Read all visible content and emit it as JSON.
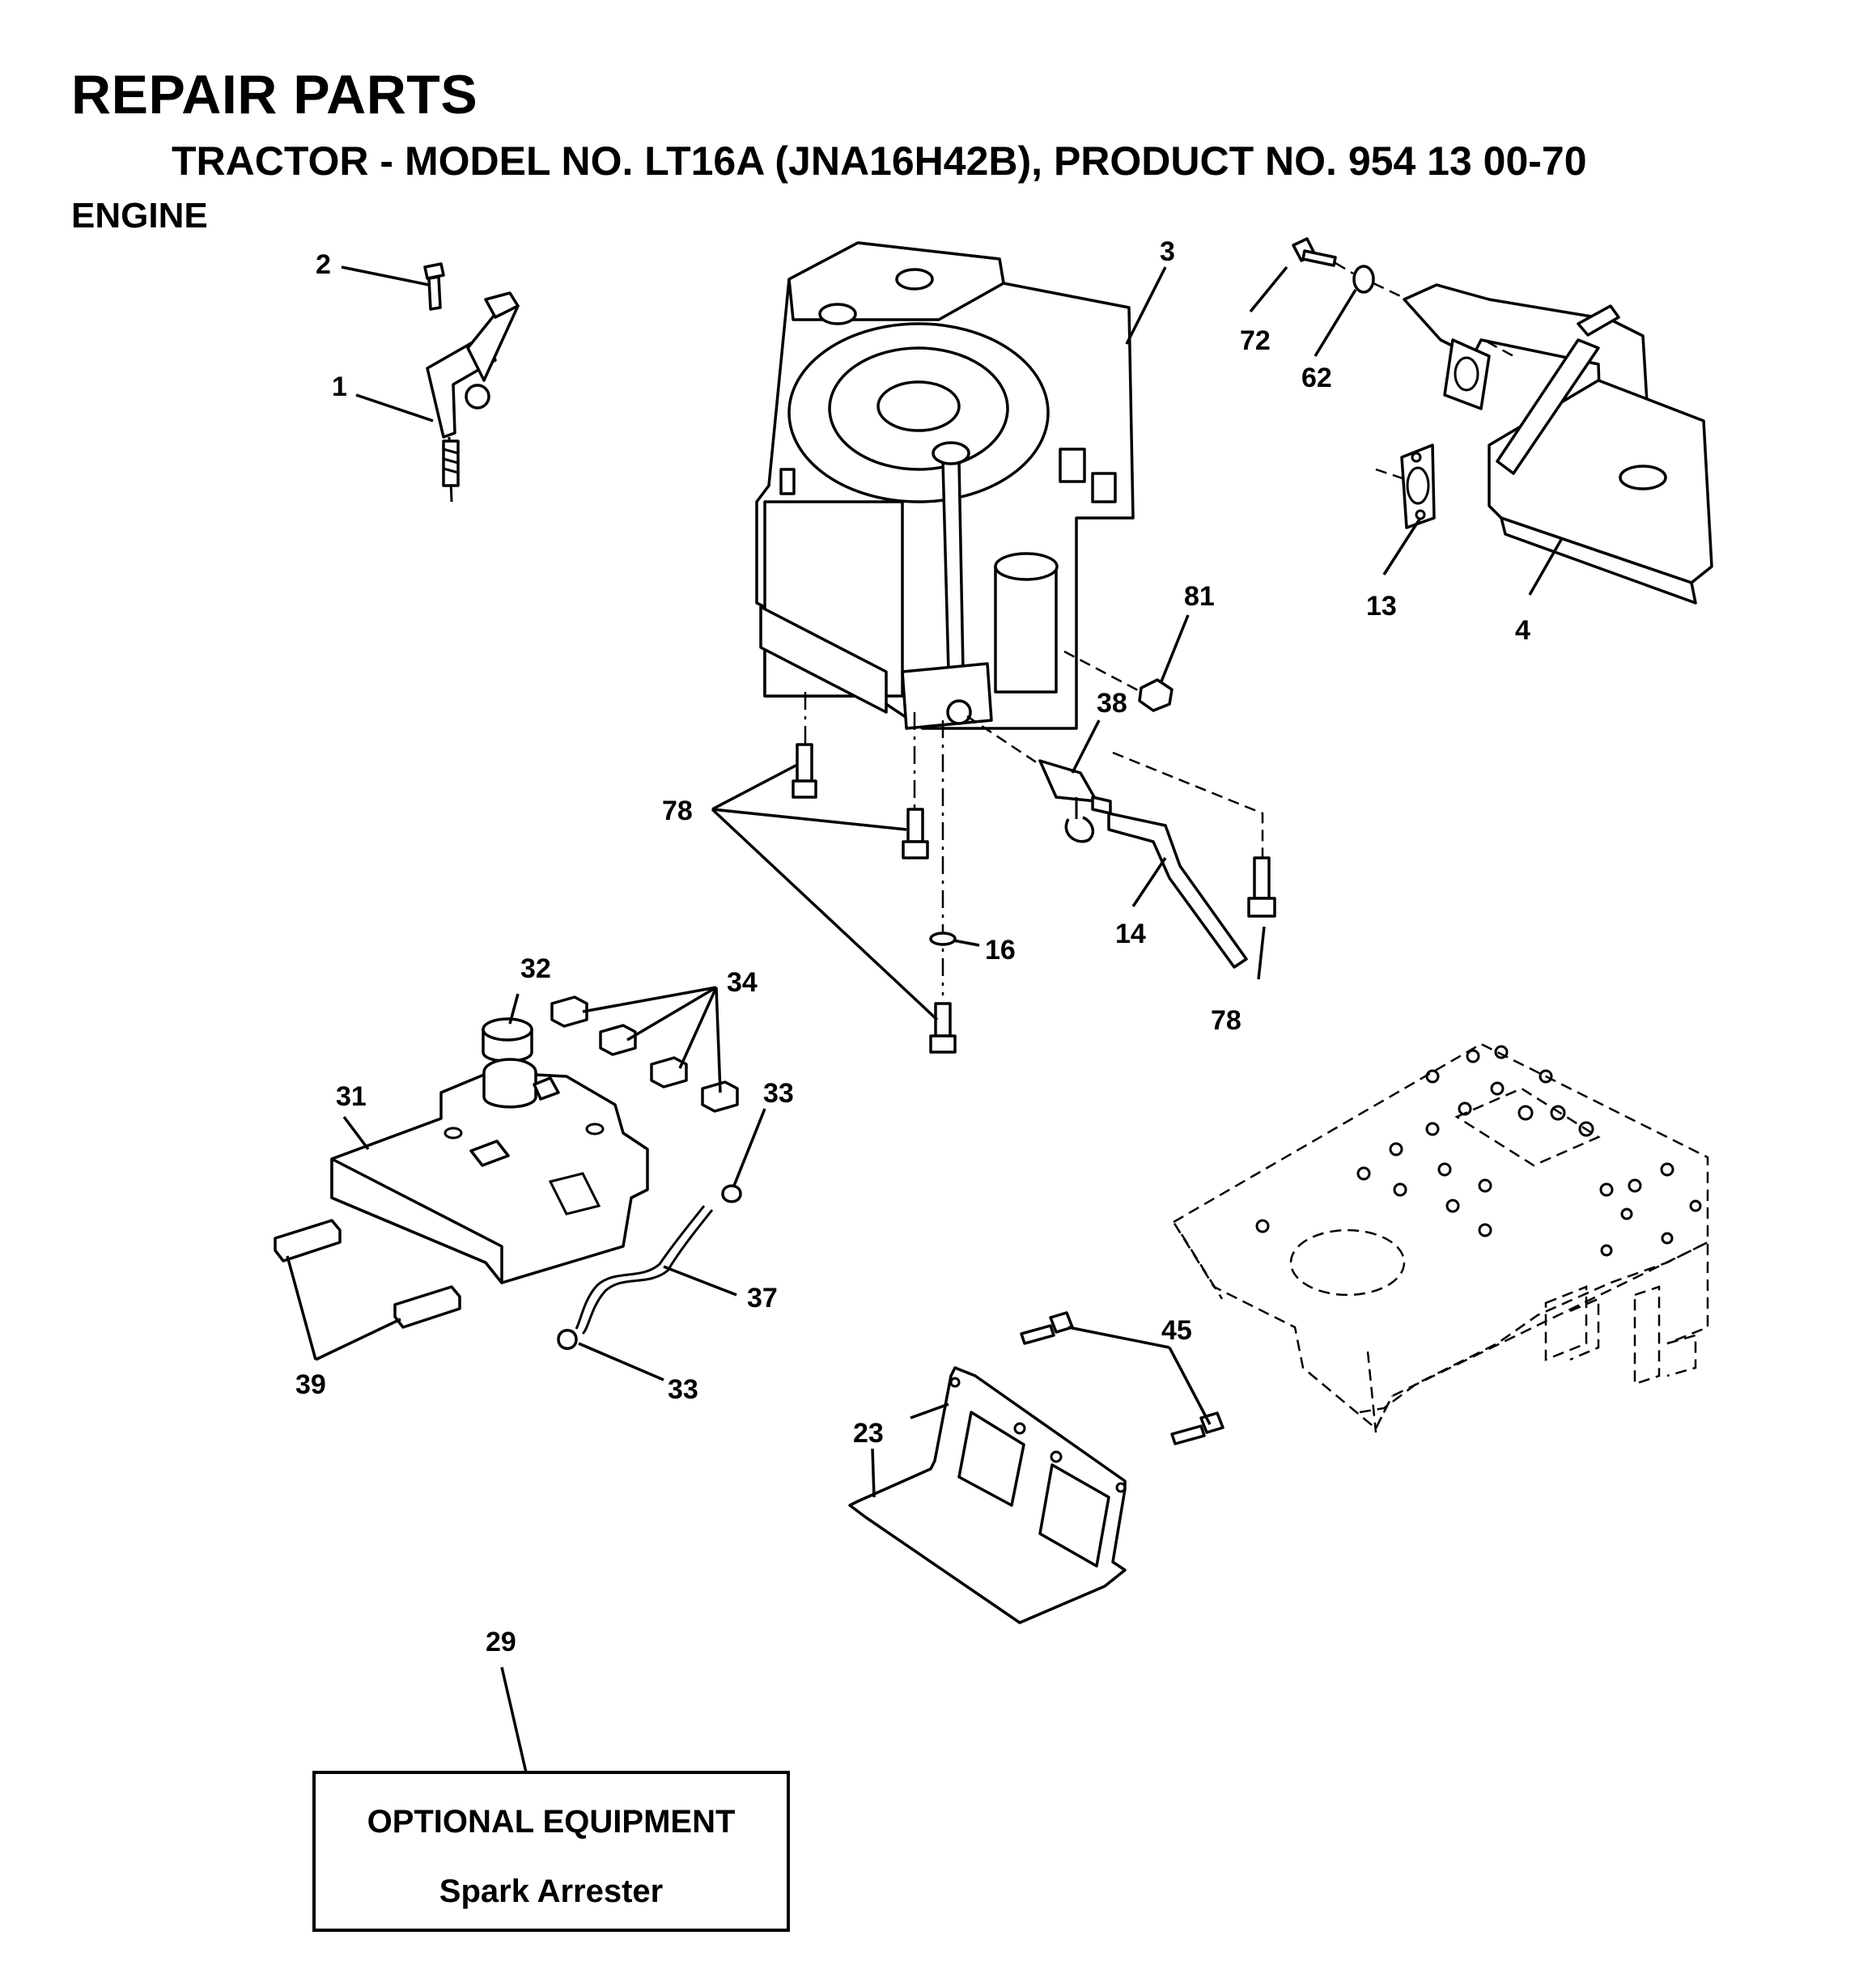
{
  "header": {
    "title": "REPAIR PARTS",
    "subtitle": "TRACTOR - MODEL NO. LT16A (JNA16H42B), PRODUCT NO. 954 13 00-70",
    "section": "ENGINE"
  },
  "callouts": {
    "c1": "1",
    "c2": "2",
    "c3": "3",
    "c4": "4",
    "c13": "13",
    "c14": "14",
    "c16": "16",
    "c23": "23",
    "c29": "29",
    "c31": "31",
    "c32": "32",
    "c33a": "33",
    "c33b": "33",
    "c34": "34",
    "c37": "37",
    "c38": "38",
    "c39": "39",
    "c45": "45",
    "c62": "62",
    "c72": "72",
    "c78a": "78",
    "c78b": "78",
    "c81": "81"
  },
  "optional_box": {
    "heading": "OPTIONAL EQUIPMENT",
    "item": "Spark Arrester"
  }
}
